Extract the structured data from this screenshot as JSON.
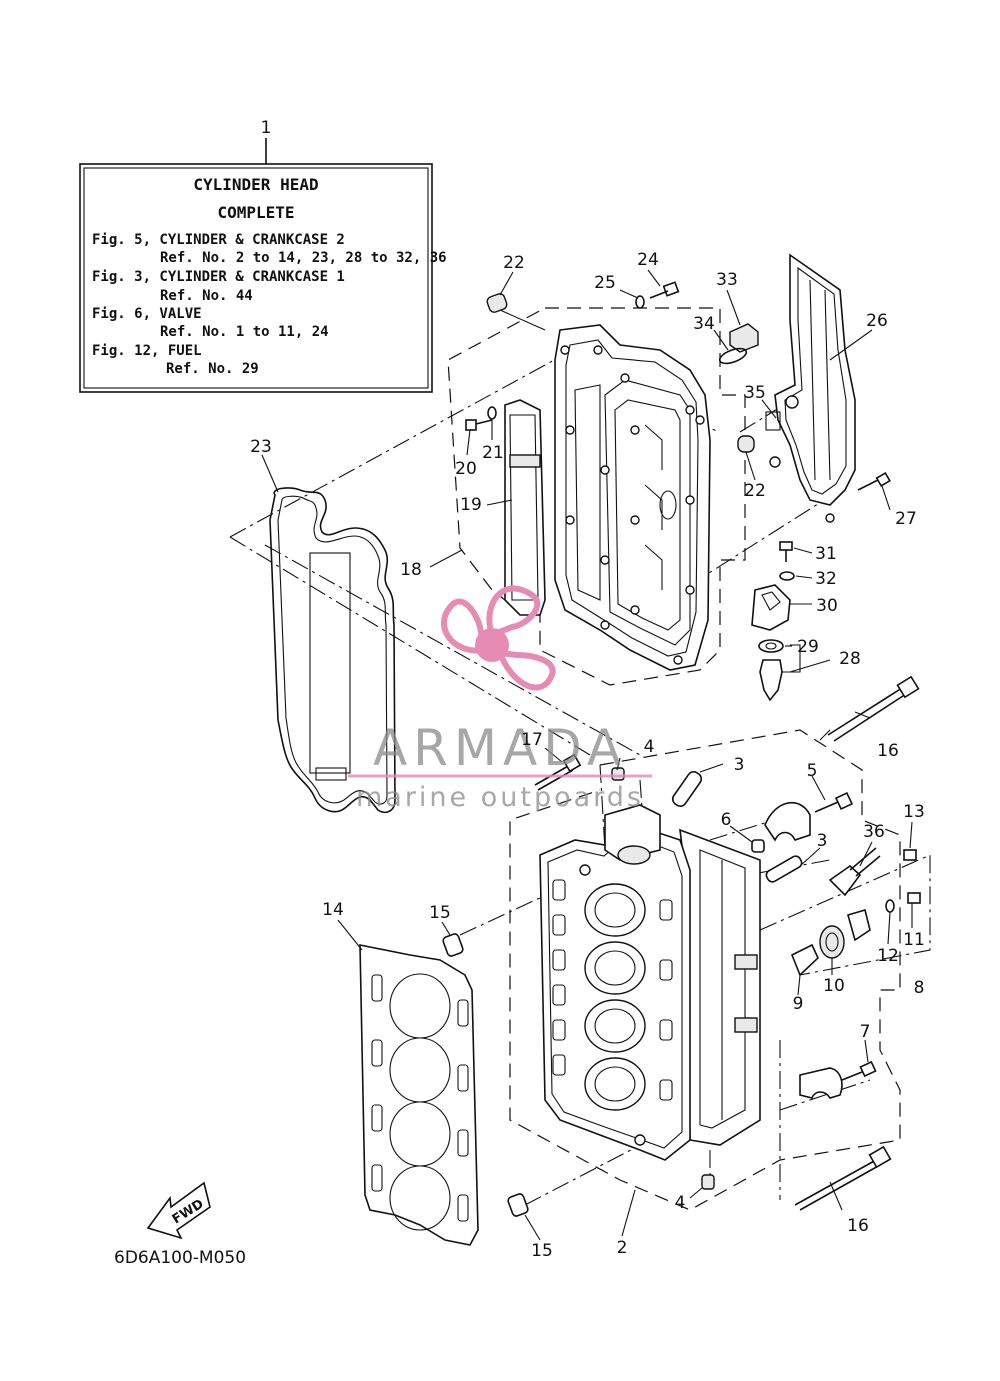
{
  "info_box": {
    "title_line1": "CYLINDER HEAD",
    "title_line2": "COMPLETE",
    "lines": [
      "Fig. 5, CYLINDER & CRANKCASE 2",
      "Ref. No. 2 to 14, 23, 28 to 32, 36",
      "Fig. 3, CYLINDER & CRANKCASE 1",
      "Ref. No. 44",
      "Fig. 6, VALVE",
      "Ref. No. 1 to 11, 24",
      "Fig. 12, FUEL",
      "Ref. No. 29"
    ]
  },
  "diagram_code": "6D6A100-M050",
  "fwd_label": "FWD",
  "watermark": {
    "brand": "ARMADA",
    "tagline": "marine outpoards"
  },
  "colors": {
    "line": "#111111",
    "watermark_gray": "#8a8a8a",
    "watermark_pink": "#e68cb4"
  },
  "callouts": [
    {
      "id": "c1",
      "label": "1"
    },
    {
      "id": "c2",
      "label": "2"
    },
    {
      "id": "c3a",
      "label": "3"
    },
    {
      "id": "c3b",
      "label": "3"
    },
    {
      "id": "c4a",
      "label": "4"
    },
    {
      "id": "c4b",
      "label": "4"
    },
    {
      "id": "c5",
      "label": "5"
    },
    {
      "id": "c6",
      "label": "6"
    },
    {
      "id": "c7",
      "label": "7"
    },
    {
      "id": "c8",
      "label": "8"
    },
    {
      "id": "c9",
      "label": "9"
    },
    {
      "id": "c10",
      "label": "10"
    },
    {
      "id": "c11",
      "label": "11"
    },
    {
      "id": "c12",
      "label": "12"
    },
    {
      "id": "c13",
      "label": "13"
    },
    {
      "id": "c14",
      "label": "14"
    },
    {
      "id": "c15a",
      "label": "15"
    },
    {
      "id": "c15b",
      "label": "15"
    },
    {
      "id": "c16a",
      "label": "16"
    },
    {
      "id": "c16b",
      "label": "16"
    },
    {
      "id": "c17",
      "label": "17"
    },
    {
      "id": "c18",
      "label": "18"
    },
    {
      "id": "c19",
      "label": "19"
    },
    {
      "id": "c20",
      "label": "20"
    },
    {
      "id": "c21",
      "label": "21"
    },
    {
      "id": "c22a",
      "label": "22"
    },
    {
      "id": "c22b",
      "label": "22"
    },
    {
      "id": "c23",
      "label": "23"
    },
    {
      "id": "c24",
      "label": "24"
    },
    {
      "id": "c25",
      "label": "25"
    },
    {
      "id": "c26",
      "label": "26"
    },
    {
      "id": "c27",
      "label": "27"
    },
    {
      "id": "c28",
      "label": "28"
    },
    {
      "id": "c29",
      "label": "29"
    },
    {
      "id": "c30",
      "label": "30"
    },
    {
      "id": "c31",
      "label": "31"
    },
    {
      "id": "c32",
      "label": "32"
    },
    {
      "id": "c33",
      "label": "33"
    },
    {
      "id": "c34",
      "label": "34"
    },
    {
      "id": "c35",
      "label": "35"
    },
    {
      "id": "c36",
      "label": "36"
    }
  ]
}
